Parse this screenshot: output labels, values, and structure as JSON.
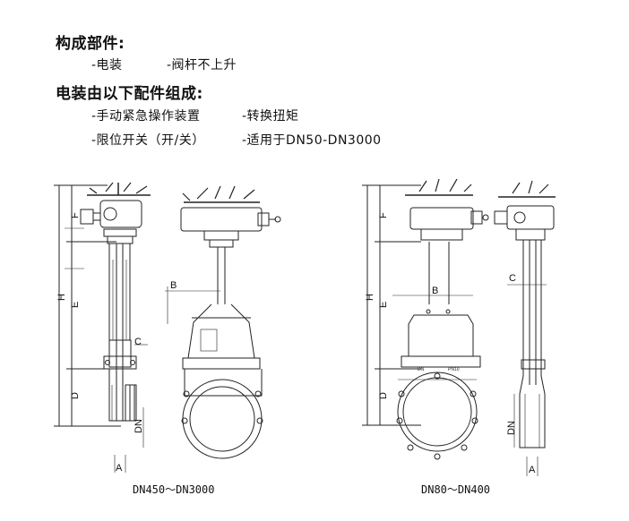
{
  "header": {
    "title1": "构成部件:",
    "parts": [
      "-电装",
      "-阀杆不上升"
    ],
    "title2": "电装由以下配件组成:",
    "accessories_row1": [
      "-手动紧急操作装置",
      "-转换扭矩"
    ],
    "accessories_row2": [
      "-限位开关（开/关）",
      "-适用于DN50-DN3000"
    ]
  },
  "drawing_left": {
    "caption": "DN450～DN3000",
    "dims": {
      "H": "H",
      "F": "F",
      "E": "E",
      "D": "D",
      "C": "C",
      "B": "B",
      "A": "A",
      "DN": "DN"
    }
  },
  "drawing_right": {
    "caption": "DN80～DN400",
    "dims": {
      "H": "H",
      "F": "F",
      "E": "E",
      "D": "D",
      "C": "C",
      "B": "B",
      "A": "A",
      "DN": "DN"
    },
    "plate": [
      "DN",
      "PN10"
    ]
  }
}
